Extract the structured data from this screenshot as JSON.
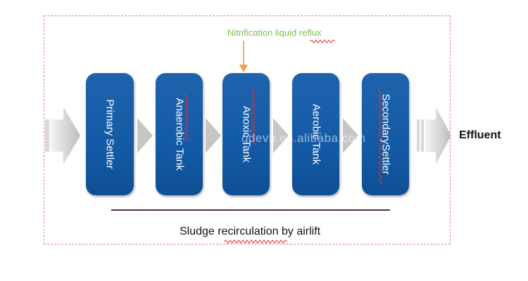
{
  "diagram": {
    "reflux_label": "Nitrification liquid reflux",
    "effluent_label": "Effluent",
    "sludge_label": "Sludge recirculation by airlift",
    "watermark": "gdevu.en.alibaba.com",
    "units": [
      {
        "label": "Primary Settler"
      },
      {
        "label": "Anaerobic Tank"
      },
      {
        "label": "Anoxic Tank"
      },
      {
        "label": "Aerobic Tank"
      },
      {
        "label": "SecondarySettler"
      }
    ]
  },
  "colors": {
    "box": "#135aa5",
    "arrow": "#c8c8c8",
    "reflux": "#7ec24a",
    "reflux_arrow": "#f0a040",
    "frame": "#d98a8a"
  }
}
